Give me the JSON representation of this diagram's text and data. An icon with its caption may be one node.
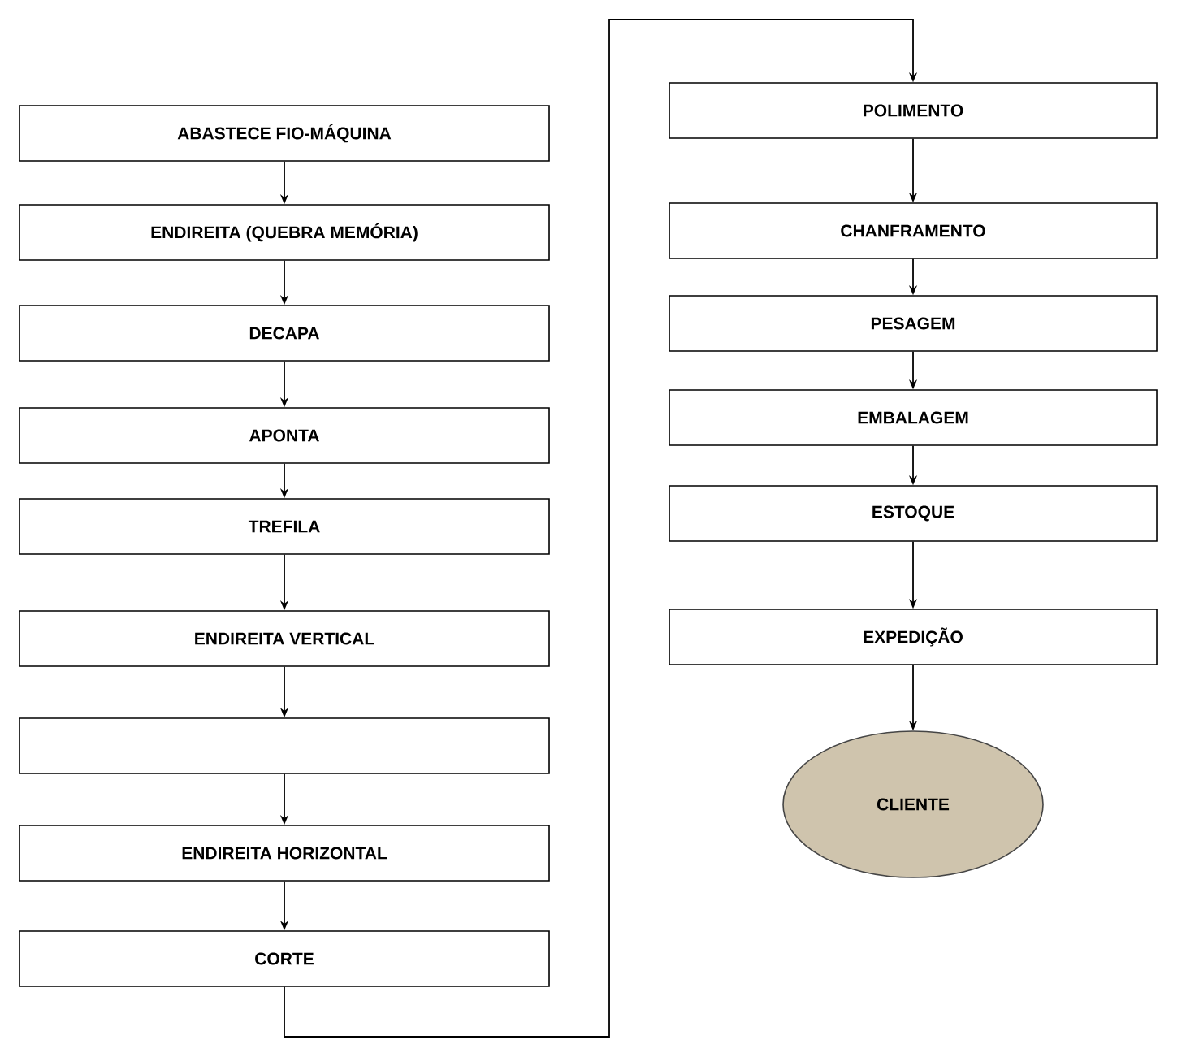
{
  "diagram": {
    "nodes": [
      {
        "text": [
          "ABASTECE  FIO-MÁQUINA"
        ]
      },
      {
        "text": [
          "ENDIREITA (QUEBRA MEMÓRIA)"
        ]
      },
      {
        "text": [
          "DECAPA"
        ]
      },
      {
        "text": [
          "APONTA"
        ]
      },
      {
        "text": [
          "TREFILA"
        ]
      },
      {
        "text": [
          "ENDIREITA VERTICAL"
        ]
      },
      {
        "text": [],
        "shape": "box"
      },
      {
        "text": [
          "ENDIREITA HORIZONTAL"
        ]
      },
      {
        "text": [
          "CORTE"
        ]
      },
      {
        "text": [
          "POLIMENTO"
        ]
      },
      {
        "text": [
          "CHANFRAMENTO"
        ]
      },
      {
        "text": [
          "PESAGEM"
        ]
      },
      {
        "text": [
          "EMBALAGEM"
        ]
      },
      {
        "text": [
          "ESTOQUE"
        ]
      },
      {
        "text": [
          "EXPEDIÇÃO"
        ]
      },
      {
        "text": [
          "CLIENTE"
        ]
      }
    ],
    "edges": [
      {
        "from": 0,
        "to": 1,
        "arrow": "to"
      },
      {
        "from": 1,
        "to": 2,
        "arrow": "to"
      },
      {
        "from": 2,
        "to": 3,
        "arrow": "to"
      },
      {
        "from": 3,
        "to": 4,
        "arrow": "to"
      },
      {
        "from": 4,
        "to": 5,
        "arrow": "to"
      },
      {
        "from": 5,
        "to": 6,
        "arrow": "to"
      },
      {
        "from": 6,
        "to": 7,
        "arrow": "to"
      },
      {
        "from": 7,
        "to": 8,
        "arrow": "to"
      },
      {
        "from": 8,
        "to": 9,
        "arrow": "to"
      },
      {
        "from": 9,
        "to": 10,
        "arrow": "to"
      },
      {
        "from": 10,
        "to": 11,
        "arrow": "to"
      },
      {
        "from": 11,
        "to": 12,
        "arrow": "to"
      },
      {
        "from": 12,
        "to": 13,
        "arrow": "to"
      },
      {
        "from": 13,
        "to": 14,
        "arrow": "to"
      },
      {
        "from": 14,
        "to": 15,
        "arrow": "to"
      }
    ]
  }
}
